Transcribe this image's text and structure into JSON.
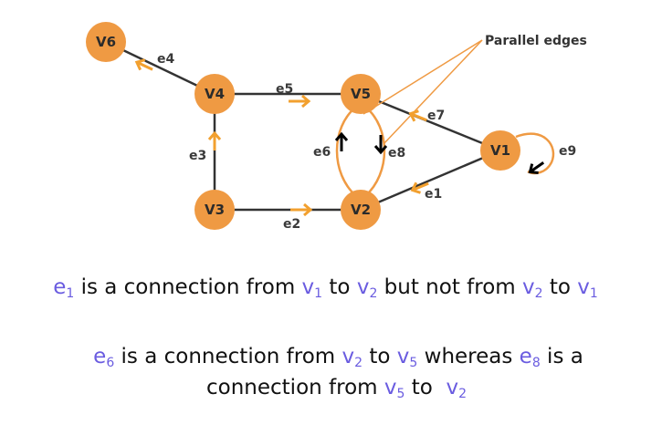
{
  "colors": {
    "node_fill": "#ef9a43",
    "edge": "#333333",
    "edge_highlight": "#ef9a43",
    "arrow_orange": "#f2a02f",
    "arrow_black": "#000000",
    "variable_text": "#6a5ce0"
  },
  "graph": {
    "nodes": [
      {
        "id": "v6",
        "label": "V6"
      },
      {
        "id": "v4",
        "label": "V4"
      },
      {
        "id": "v5",
        "label": "V5"
      },
      {
        "id": "v1",
        "label": "V1"
      },
      {
        "id": "v3",
        "label": "V3"
      },
      {
        "id": "v2",
        "label": "V2"
      }
    ],
    "edges": [
      {
        "id": "e1",
        "label": "e1",
        "from": "v1",
        "to": "v2"
      },
      {
        "id": "e2",
        "label": "e2",
        "from": "v3",
        "to": "v2"
      },
      {
        "id": "e3",
        "label": "e3",
        "from": "v3",
        "to": "v4"
      },
      {
        "id": "e4",
        "label": "e4",
        "from": "v4",
        "to": "v6"
      },
      {
        "id": "e5",
        "label": "e5",
        "from": "v4",
        "to": "v5"
      },
      {
        "id": "e6",
        "label": "e6",
        "from": "v2",
        "to": "v5"
      },
      {
        "id": "e7",
        "label": "e7",
        "from": "v1",
        "to": "v5"
      },
      {
        "id": "e8",
        "label": "e8",
        "from": "v5",
        "to": "v2"
      },
      {
        "id": "e9",
        "label": "e9",
        "from": "v1",
        "to": "v1"
      }
    ],
    "callout": "Parallel edges"
  },
  "captions": {
    "line1": {
      "e_sym": "e",
      "e_sub": "1",
      "t1": " is a connection from ",
      "a_sym": "v",
      "a_sub": "1",
      "t2": " to ",
      "b_sym": "v",
      "b_sub": "2",
      "t3": " but not from ",
      "c_sym": "v",
      "c_sub": "2",
      "t4": " to ",
      "d_sym": "v",
      "d_sub": "1"
    },
    "line2": {
      "e_sym": "e",
      "e_sub": "6",
      "t1": " is a connection from ",
      "a_sym": "v",
      "a_sub": "2",
      "t2": " to ",
      "b_sym": "v",
      "b_sub": "5",
      "t3": " whereas ",
      "f_sym": "e",
      "f_sub": "8",
      "t4": " is a"
    },
    "line3": {
      "t1": "connection from ",
      "a_sym": "v",
      "a_sub": "5",
      "t2": " to  ",
      "b_sym": "v",
      "b_sub": "2"
    }
  }
}
